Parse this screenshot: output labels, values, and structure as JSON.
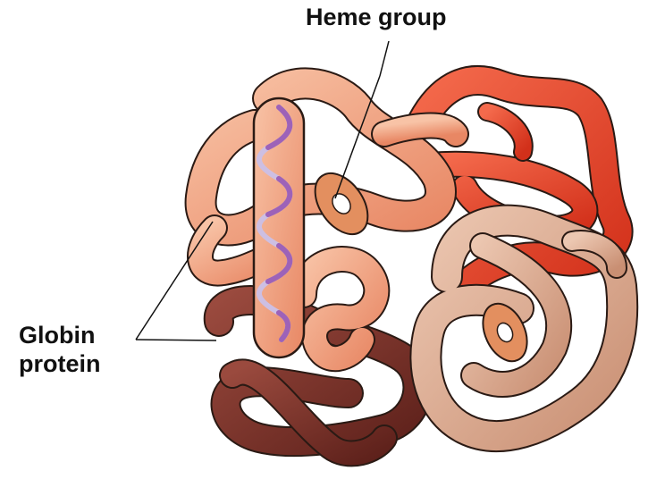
{
  "labels": {
    "heme": "Heme group",
    "globin_line1": "Globin",
    "globin_line2": "protein"
  },
  "colors": {
    "subunit_salmon": "#f3a27f",
    "subunit_red": "#e8452c",
    "subunit_tan": "#d9a88e",
    "subunit_brown": "#7a3028",
    "helix_purple": "#9d62b8",
    "helix_lavender": "#cdbfe3",
    "outline": "#2a1a14",
    "heme_disc": "#e38f5f"
  }
}
